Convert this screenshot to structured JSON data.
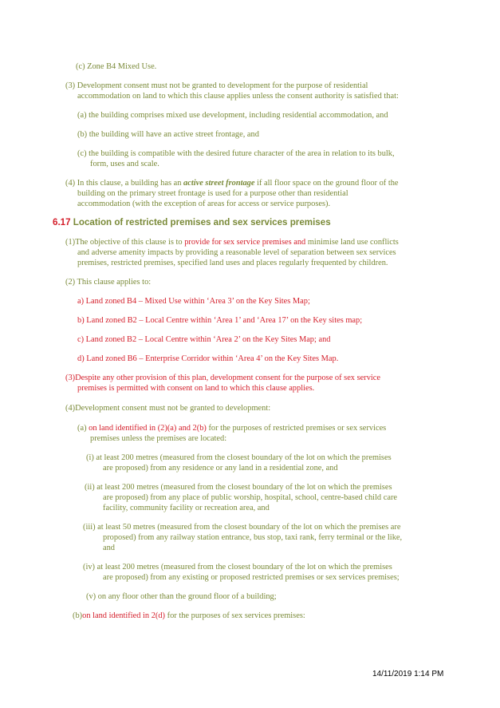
{
  "doc": {
    "c_b4": "(c) Zone B4 Mixed Use.",
    "p3_l1": "(3)  Development consent must not be granted to development for the purpose of residential",
    "p3_l2": "accommodation on land to which this clause applies unless the consent authority is satisfied that:",
    "p3a": "(a)  the building comprises mixed use development, including residential accommodation, and",
    "p3b": "(b)  the building will have an active street frontage, and",
    "p3c_l1": "(c)  the building is compatible with the desired future character of the area in relation to its bulk,",
    "p3c_l2": "form, uses and scale.",
    "p4_l1_pre": "(4)  In this clause, a building has an ",
    "p4_l1_term": "active street frontage",
    "p4_l1_post": " if all floor space on the ground floor of the",
    "p4_l2": "building on the primary street frontage is used for a purpose other than residential",
    "p4_l3": "accommodation (with the exception of areas for access or service purposes).",
    "h617_num": "6.17",
    "h617_title": " Location of restricted premises and sex services premises",
    "q1_l1_pre": "(1)The objective of this clause is to ",
    "q1_l1_red": "provide for sex service premises and",
    "q1_l1_post": " minimise land use conflicts",
    "q1_l2": "and adverse amenity impacts by providing a reasonable level of separation between sex services",
    "q1_l3": "premises, restricted premises, specified land uses and places regularly frequented by children.",
    "q2": "(2)  This clause applies to:",
    "q2a": "a)    Land zoned B4 – Mixed Use within ‘Area 3’ on the Key Sites Map;",
    "q2b": "b)    Land zoned B2 – Local Centre within ‘Area 1’ and ‘Area 17’ on the Key sites map;",
    "q2c": "c)    Land zoned B2 – Local Centre within ‘Area 2’ on the Key Sites Map; and",
    "q2d": "d)    Land zoned B6 – Enterprise Corridor within ‘Area 4’ on the Key Sites Map.",
    "q3_l1": "(3)Despite any other provision of this plan, development consent for the purpose of sex service",
    "q3_l2": "premises is permitted with consent on land to which this clause applies.",
    "q4": "(4)Development consent must not be granted to development:",
    "q4a_pre": "(a) ",
    "q4a_red": "on land identified in (2)(a) and 2(b)",
    "q4a_post": " for the purposes of restricted premises or  sex services",
    "q4a_l2": "premises unless the premises are located:",
    "i_l1": "(i)   at least 200 metres (measured from the closest boundary of the lot on which the premises",
    "i_l2": "are proposed) from any residence or any land in a residential zone, and",
    "ii_l1": "(ii)   at least 200 metres (measured from the closest boundary of the lot on which the premises",
    "ii_l2": "are proposed) from any place of public worship, hospital, school, centre-based child care",
    "ii_l3": "facility, community facility or recreation area, and",
    "iii_l1": "(iii)   at least 50 metres (measured from the closest boundary of the lot on which the premises are",
    "iii_l2": "proposed) from any railway station entrance, bus stop, taxi rank, ferry terminal or the like,",
    "iii_l3": "and",
    "iv_l1": "(iv)   at least 200 metres (measured from the closest boundary of the lot on which the premises",
    "iv_l2": "are proposed) from any existing or proposed restricted premises or sex services premises;",
    "v": "(v)   on any floor other than the ground floor of a building;",
    "b_pre": "(b)",
    "b_red": "on land identified in 2(d)",
    "b_post": " for the purposes of sex services premises:"
  },
  "footer": {
    "timestamp": "14/11/2019 1:14 PM"
  },
  "colors": {
    "body_text": "#7a8a38",
    "amendment": "#d41f2b"
  }
}
